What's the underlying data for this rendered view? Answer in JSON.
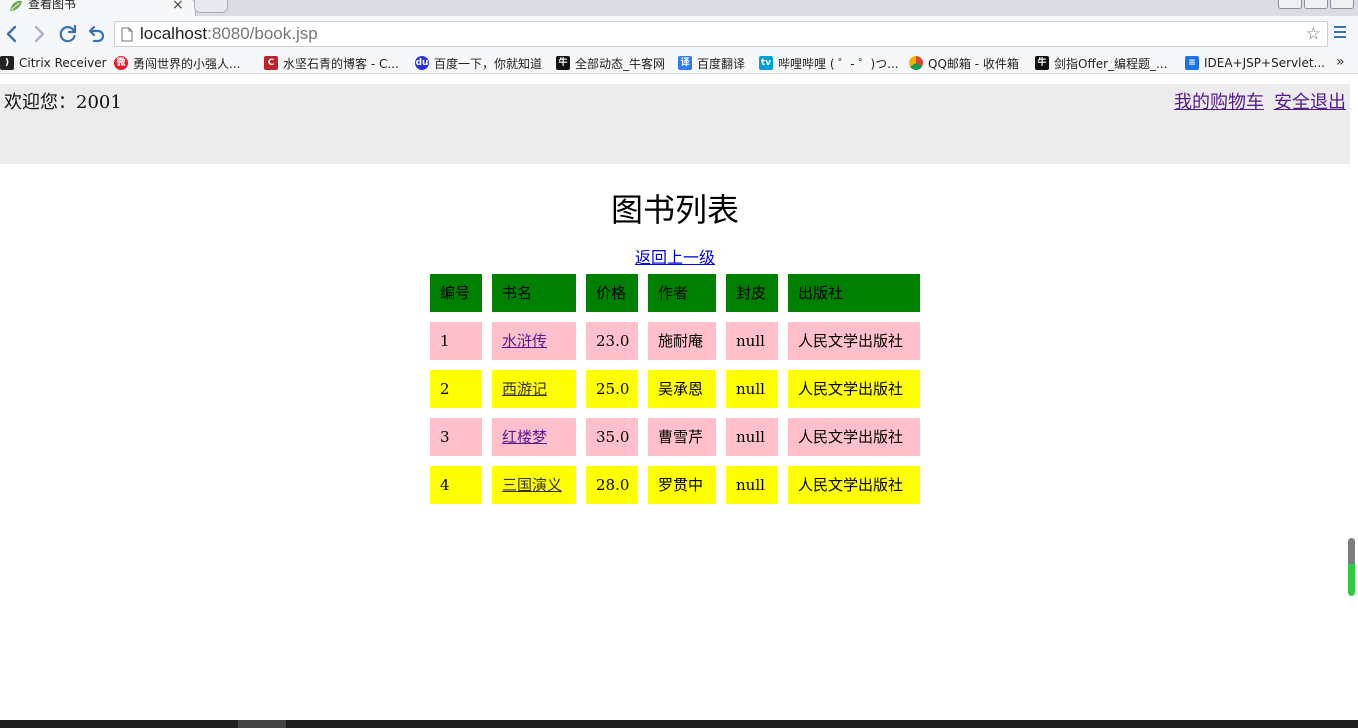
{
  "browser": {
    "tab_title": "查看图书",
    "url_host": "localhost",
    "url_rest": ":8080/book.jsp",
    "bookmarks": [
      {
        "label": "Citrix Receiver",
        "icon": "citrix-icon",
        "color": "#222222"
      },
      {
        "label": "勇闯世界的小强人...",
        "icon": "weibo-icon",
        "color": "#e6162d"
      },
      {
        "label": "水坚石青的博客 - C...",
        "icon": "csdn-icon",
        "color": "#c32128"
      },
      {
        "label": "百度一下，你就知道",
        "icon": "baidu-icon",
        "color": "#2932e1"
      },
      {
        "label": "全部动态_牛客网",
        "icon": "nowcoder-icon",
        "color": "#111111"
      },
      {
        "label": "百度翻译",
        "icon": "translate-icon",
        "color": "#2f7cf6"
      },
      {
        "label": "哔哩哔哩 ( ゜- ゜)つ...",
        "icon": "bilibili-icon",
        "color": "#00a1d6"
      },
      {
        "label": "QQ邮箱 - 收件箱",
        "icon": "chrome-icon",
        "color": "#f0b400"
      },
      {
        "label": "剑指Offer_编程题_...",
        "icon": "nowcoder-icon",
        "color": "#111111"
      },
      {
        "label": "IDEA+JSP+Servlet...",
        "icon": "doc-icon",
        "color": "#1a73e8"
      }
    ],
    "more_bookmarks": "»"
  },
  "header": {
    "welcome": "欢迎您：2001",
    "cart_link": "我的购物车",
    "logout_link": "安全退出"
  },
  "main": {
    "title": "图书列表",
    "back_link": "返回上一级"
  },
  "table": {
    "header_color": "#008000",
    "row_colors": [
      "#ffc0cb",
      "#ffff00"
    ],
    "columns": [
      "编号",
      "书名",
      "价格",
      "作者",
      "封皮",
      "出版社"
    ],
    "rows": [
      {
        "id": "1",
        "name": "水浒传",
        "price": "23.0",
        "author": "施耐庵",
        "cover": "null",
        "publisher": "人民文学出版社"
      },
      {
        "id": "2",
        "name": "西游记",
        "price": "25.0",
        "author": "吴承恩",
        "cover": "null",
        "publisher": "人民文学出版社"
      },
      {
        "id": "3",
        "name": "红楼梦",
        "price": "35.0",
        "author": "曹雪芹",
        "cover": "null",
        "publisher": "人民文学出版社"
      },
      {
        "id": "4",
        "name": "三国演义",
        "price": "28.0",
        "author": "罗贯中",
        "cover": "null",
        "publisher": "人民文学出版社"
      }
    ]
  }
}
